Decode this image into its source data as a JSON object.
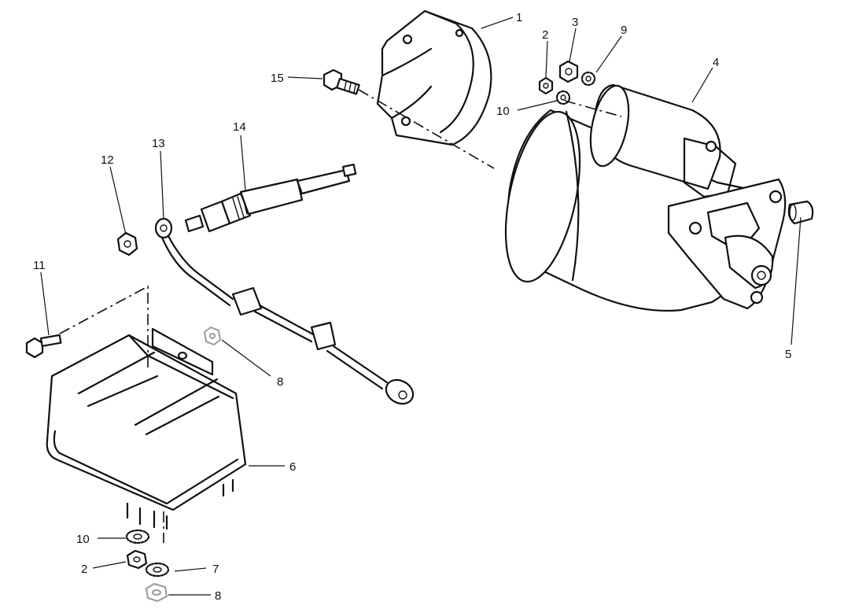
{
  "callouts": {
    "c1": "1",
    "c2a": "2",
    "c3": "3",
    "c9": "9",
    "c10a": "10",
    "c4": "4",
    "c15": "15",
    "c14": "14",
    "c13": "13",
    "c12": "12",
    "c11": "11",
    "c8a": "8",
    "c6": "6",
    "c5": "5",
    "c10b": "10",
    "c2b": "2",
    "c7": "7",
    "c8b": "8"
  }
}
